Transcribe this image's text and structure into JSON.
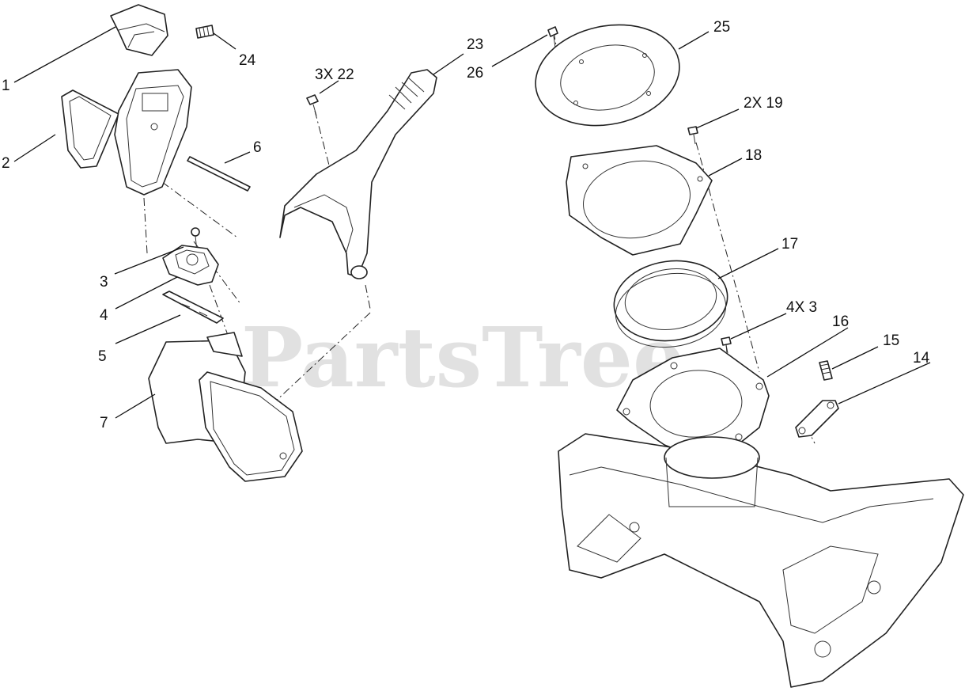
{
  "watermark": "PartsTree",
  "callouts": {
    "c1": "1",
    "c2": "2",
    "c3a": "3",
    "c4": "4",
    "c5": "5",
    "c6": "6",
    "c7": "7",
    "c14": "14",
    "c15": "15",
    "c16": "16",
    "c17": "17",
    "c18": "18",
    "c19": "2X  19",
    "c22": "3X  22",
    "c23": "23",
    "c24": "24",
    "c25": "25",
    "c26": "26",
    "c3b": "4X  3"
  }
}
